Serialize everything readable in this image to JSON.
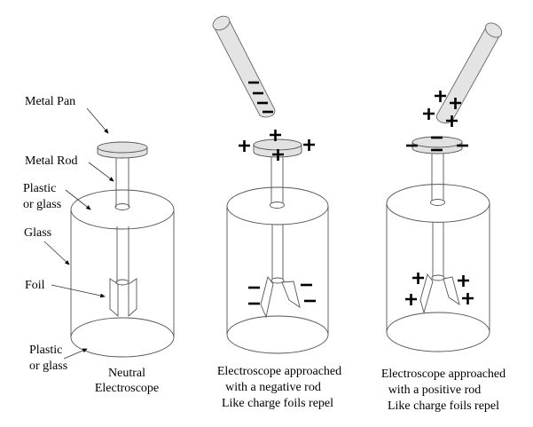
{
  "labels": {
    "metal_pan": "Metal Pan",
    "metal_rod": "Metal Rod",
    "plastic_top_1": "Plastic",
    "plastic_top_2": "or glass",
    "glass": "Glass",
    "foil": "Foil",
    "plastic_bottom_1": "Plastic",
    "plastic_bottom_2": "or glass"
  },
  "panels": [
    {
      "id": "neutral",
      "caption": [
        "Neutral",
        "Electroscope"
      ],
      "rod": null,
      "pan_charge": "none",
      "foil_charge": "none",
      "foils_state": "closed"
    },
    {
      "id": "negative",
      "caption": [
        "Electroscope approached",
        "with a negative rod",
        "Like charge foils repel"
      ],
      "rod": {
        "charge": "negative",
        "charge_count": 4
      },
      "pan_charge": "positive",
      "pan_charge_count": 4,
      "foil_charge": "negative",
      "foil_charge_count": 4,
      "foils_state": "spread"
    },
    {
      "id": "positive",
      "caption": [
        "Electroscope approached",
        "with a positive rod",
        "Like charge foils repel"
      ],
      "rod": {
        "charge": "positive",
        "charge_count": 4
      },
      "pan_charge": "negative",
      "pan_charge_count": 4,
      "foil_charge": "positive",
      "foil_charge_count": 4,
      "foils_state": "spread"
    }
  ],
  "symbols": {
    "plus": "+",
    "minus": "−"
  }
}
